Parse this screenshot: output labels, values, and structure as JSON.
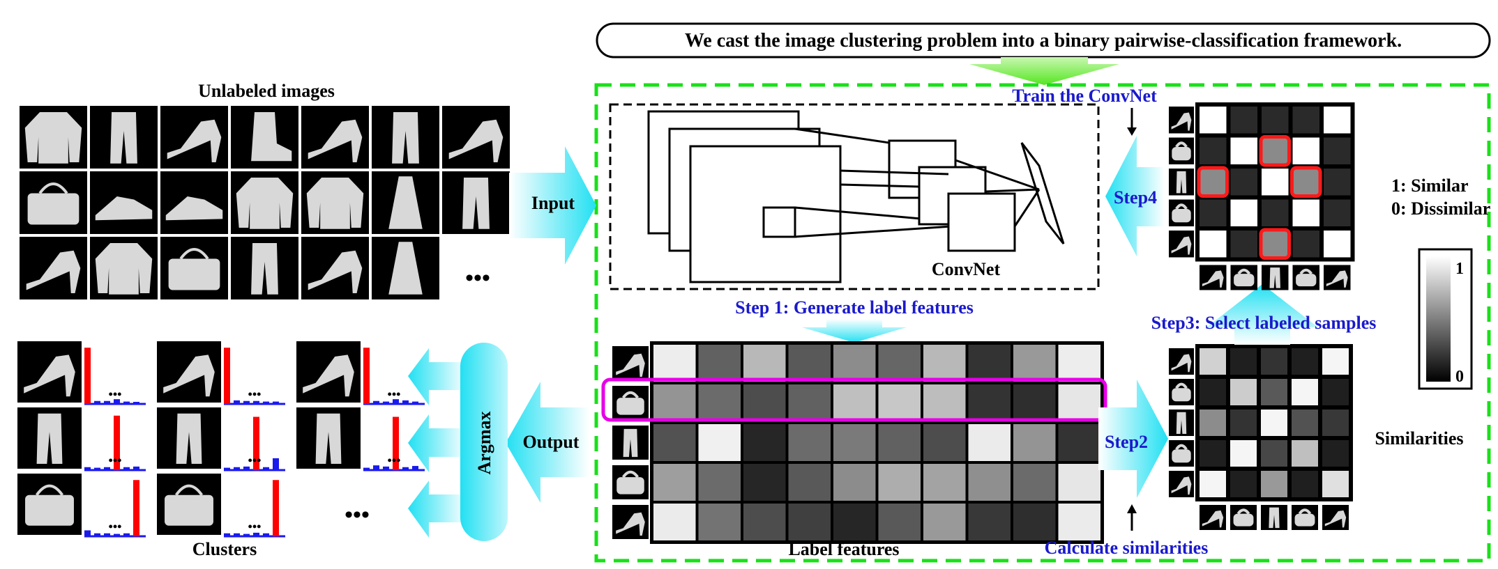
{
  "banner": {
    "text": "We cast the image clustering problem into a binary pairwise-classification framework."
  },
  "labels": {
    "unlabeled_images": "Unlabeled images",
    "clusters": "Clusters",
    "input": "Input",
    "output": "Output",
    "argmax": "Argmax",
    "ellipsis_images": "•••",
    "ellipsis_clusters": "•••",
    "ellipsis_bar": "•••"
  },
  "steps": {
    "train": "Train the ConvNet",
    "step1": "Step 1: Generate label features",
    "step2": "Step2",
    "step3": "Step3: Select labeled samples",
    "step4": "Step4",
    "calc": "Calculate similarities",
    "convnet": "ConvNet",
    "label_features": "Label features",
    "similarities": "Similarities"
  },
  "legend": {
    "similar": "1: Similar",
    "dissimilar": "0: Dissimilar",
    "colorbar_max": "1",
    "colorbar_min": "0"
  },
  "colors": {
    "green_dash": "#19e019",
    "arrow_cyan": "#33e0f0",
    "arrow_green": "#66ee33",
    "highlight_magenta": "#e600e6",
    "select_red": "#ff1a1a",
    "step_blue": "#1a1acc",
    "bar_red": "#ff0000",
    "bar_blue": "#1a1aee"
  },
  "image_grid": [
    [
      "long-sleeve top",
      "trousers",
      "sandal",
      "ankle boot",
      "heeled sandal",
      "trousers",
      "sandal"
    ],
    [
      "bag",
      "sneaker",
      "sneaker",
      "sweater",
      "cardigan",
      "dress",
      "trousers"
    ],
    [
      "sandal",
      "pullover",
      "handbag",
      "trousers",
      "sandal",
      "dress"
    ]
  ],
  "label_feature_matrix": [
    [
      0.93,
      0.38,
      0.72,
      0.35,
      0.55,
      0.4,
      0.72,
      0.2,
      0.6,
      0.93
    ],
    [
      0.58,
      0.42,
      0.3,
      0.38,
      0.75,
      0.78,
      0.74,
      0.2,
      0.18,
      0.9
    ],
    [
      0.32,
      0.94,
      0.15,
      0.42,
      0.48,
      0.38,
      0.3,
      0.92,
      0.58,
      0.2
    ],
    [
      0.62,
      0.42,
      0.15,
      0.35,
      0.55,
      0.68,
      0.64,
      0.56,
      0.42,
      0.9
    ],
    [
      0.92,
      0.45,
      0.3,
      0.25,
      0.15,
      0.35,
      0.6,
      0.22,
      0.18,
      0.92
    ]
  ],
  "similarity_matrix_step2": [
    [
      0.82,
      0.12,
      0.2,
      0.12,
      0.96
    ],
    [
      0.12,
      0.8,
      0.35,
      0.96,
      0.12
    ],
    [
      0.55,
      0.2,
      0.96,
      0.32,
      0.22
    ],
    [
      0.12,
      0.96,
      0.28,
      0.75,
      0.12
    ],
    [
      0.96,
      0.12,
      0.6,
      0.12,
      0.88
    ]
  ],
  "binary_matrix_step4": [
    [
      1,
      0,
      0,
      0,
      1
    ],
    [
      0,
      1,
      0.5,
      1,
      0
    ],
    [
      0.5,
      0,
      1,
      0.5,
      0
    ],
    [
      0,
      1,
      0,
      1,
      0
    ],
    [
      1,
      0,
      0.5,
      0,
      1
    ]
  ],
  "selected_cells": [
    [
      1,
      2
    ],
    [
      2,
      0
    ],
    [
      2,
      3
    ],
    [
      4,
      2
    ]
  ],
  "cluster_histograms": [
    [
      [
        0.95,
        0.05,
        0.05,
        0.08,
        0.04,
        0.03
      ],
      [
        0.95,
        0.06,
        0.05,
        0.05,
        0.04,
        0.04
      ],
      [
        0.95,
        0.05,
        0.04,
        0.08,
        0.06,
        0.04
      ]
    ],
    [
      [
        0.05,
        0.04,
        0.05,
        0.92,
        0.05,
        0.06
      ],
      [
        0.04,
        0.05,
        0.06,
        0.9,
        0.05,
        0.2
      ],
      [
        0.04,
        0.08,
        0.06,
        0.9,
        0.05,
        0.07
      ]
    ],
    [
      [
        0.1,
        0.05,
        0.05,
        0.04,
        0.05,
        0.95
      ],
      [
        0.05,
        0.05,
        0.04,
        0.06,
        0.05,
        0.95
      ]
    ]
  ]
}
